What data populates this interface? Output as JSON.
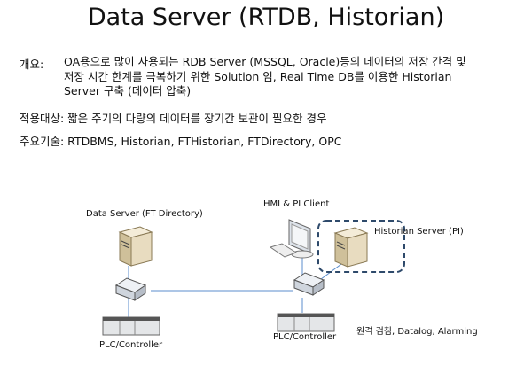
{
  "title": "Data Server (RTDB, Historian)",
  "overview": {
    "label": "개요:",
    "lines": [
      "OA용으로 많이 사용되는 RDB Server (MSSQL, Oracle)등의 데이터의 저장 간격 및",
      "저장 시간 한계를 극복하기 위한 Solution 임, Real Time DB를 이용한 Historian",
      "Server 구축 (데이터 압축)"
    ]
  },
  "target": "적용대상: 짧은 주기의 다량의 데이터를 장기간 보관이 필요한 경우",
  "tech": "주요기술: RTDBMS, Historian,  FTHistorian,  FTDirectory, OPC",
  "diagram": {
    "data_server_label": "Data Server (FT Directory)",
    "hmi_label": "HMI & PI Client",
    "historian_label": "Historian Server (PI)",
    "plc_left_label": "PLC/Controller",
    "plc_right_label": "PLC/Controller",
    "features_label": "원격 검침, Datalog, Alarming"
  },
  "colors": {
    "line": "#5b8ccc",
    "dashed_box": "#2e4a6b",
    "server": "#e8dcc0"
  }
}
